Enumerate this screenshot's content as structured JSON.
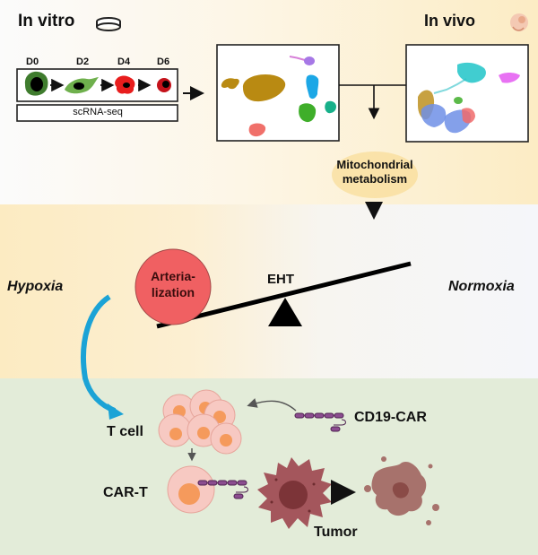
{
  "top": {
    "in_vitro_label": "In vitro",
    "in_vivo_label": "In vivo",
    "timepoints": [
      "D0",
      "D2",
      "D4",
      "D6"
    ],
    "assay_label": "scRNA-seq",
    "integration_label_line1": "Mitochondrial",
    "integration_label_line2": "metabolism",
    "icons": [
      "petri-dish-icon",
      "embryo-icon"
    ]
  },
  "middle": {
    "left_condition": "Hypoxia",
    "right_condition": "Normoxia",
    "weight_label_line1": "Arteria-",
    "weight_label_line2": "lization",
    "balance_label": "EHT"
  },
  "bottom": {
    "t_cell_label": "T cell",
    "car_label": "CD19-CAR",
    "car_t_label": "CAR-T",
    "tumor_label": "Tumor"
  },
  "colors": {
    "arterialization": "#f06062",
    "curved_arrow": "#1ba3d6",
    "t_cell": "#f7c9c2",
    "t_cell_nucleus": "#f59a5c",
    "car_receptor": "#8b4c8f",
    "tumor": "#a4565c",
    "dying_tumor": "#a7726c"
  }
}
